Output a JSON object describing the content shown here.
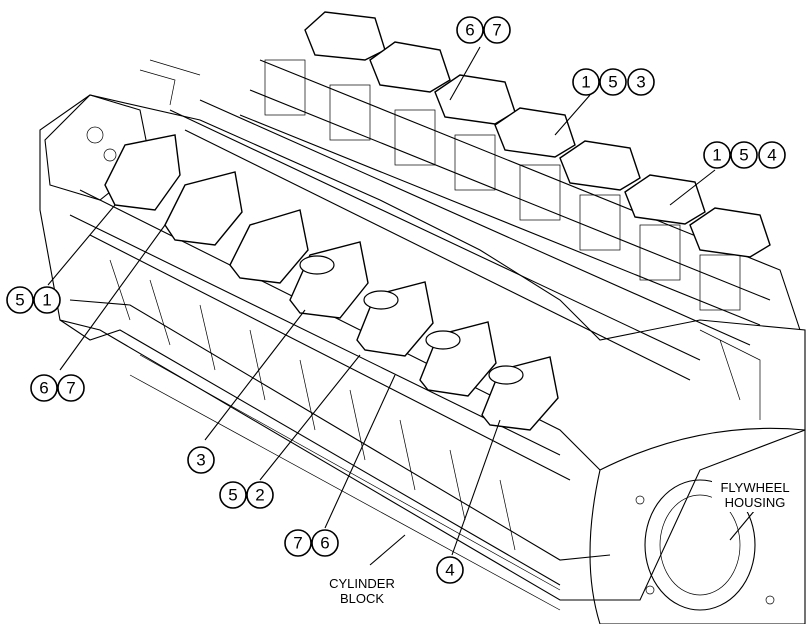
{
  "labels": {
    "flywheel_line1": "FLYWHEEL",
    "flywheel_line2": "HOUSING",
    "cylinder_line1": "CYLINDER",
    "cylinder_line2": "BLOCK"
  },
  "callouts": [
    {
      "id": "c67top",
      "numbers": [
        "6",
        "7"
      ]
    },
    {
      "id": "c153",
      "numbers": [
        "1",
        "5",
        "3"
      ]
    },
    {
      "id": "c154",
      "numbers": [
        "1",
        "5",
        "4"
      ]
    },
    {
      "id": "c51",
      "numbers": [
        "5",
        "1"
      ]
    },
    {
      "id": "c67left",
      "numbers": [
        "6",
        "7"
      ]
    },
    {
      "id": "c3",
      "numbers": [
        "3"
      ]
    },
    {
      "id": "c52",
      "numbers": [
        "5",
        "2"
      ]
    },
    {
      "id": "c76",
      "numbers": [
        "7",
        "6"
      ]
    },
    {
      "id": "c4",
      "numbers": [
        "4"
      ]
    }
  ]
}
